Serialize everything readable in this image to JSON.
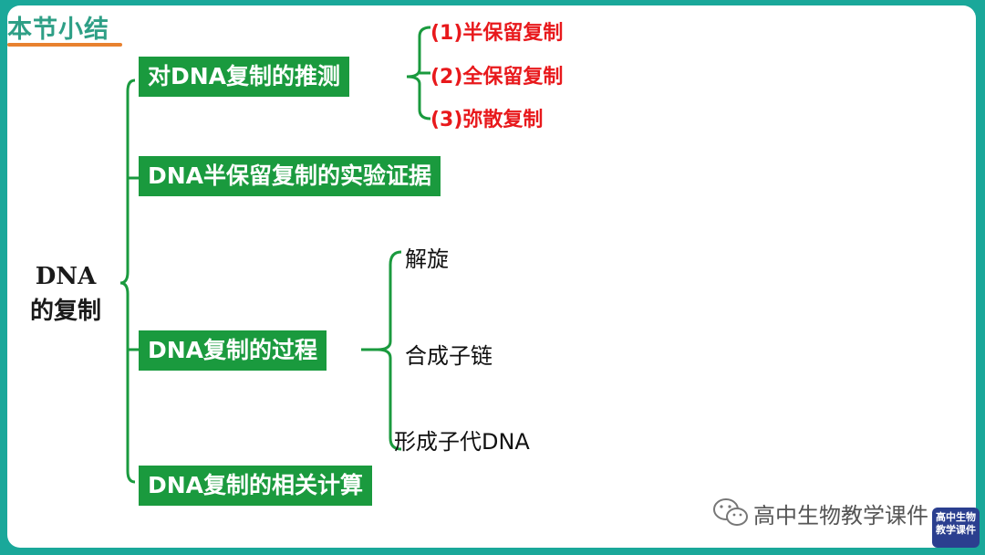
{
  "section_title": "本节小结",
  "root": {
    "line1": "DNA",
    "line2": "的复制"
  },
  "branches": [
    {
      "label": "对DNA复制的推测"
    },
    {
      "label": "DNA半保留复制的实验证据"
    },
    {
      "label": "DNA复制的过程"
    },
    {
      "label": "DNA复制的相关计算"
    }
  ],
  "hypotheses": [
    {
      "label": "(1)半保留复制"
    },
    {
      "label": "(2)全保留复制"
    },
    {
      "label": "(3)弥散复制"
    }
  ],
  "process_steps": [
    {
      "label": "解旋"
    },
    {
      "label": "合成子链"
    },
    {
      "label": "形成子代DNA"
    }
  ],
  "watermark": {
    "text": "高中生物教学课件",
    "icon": "wechat-icon"
  },
  "logo": {
    "line1": "高中生物",
    "line2": "教学课件"
  },
  "colors": {
    "frame": "#1aa89a",
    "box_fill": "#1a9a3e",
    "bracket": "#1a9a3e",
    "hypothesis_text": "#e8191c",
    "title_text": "#2e9f86",
    "title_underline": "#e8812f"
  }
}
